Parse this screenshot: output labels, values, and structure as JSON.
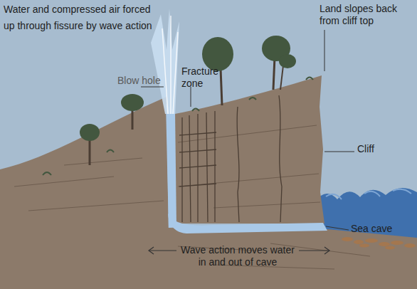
{
  "diagram": {
    "labels": [
      "Water and compressed air forced up through fissure by wave action",
      "Blow hole",
      "Fracture zone",
      "Land slopes back from cliff top",
      "Cliff",
      "Sea cave",
      "Wave action moves water in and out of cave"
    ]
  }
}
